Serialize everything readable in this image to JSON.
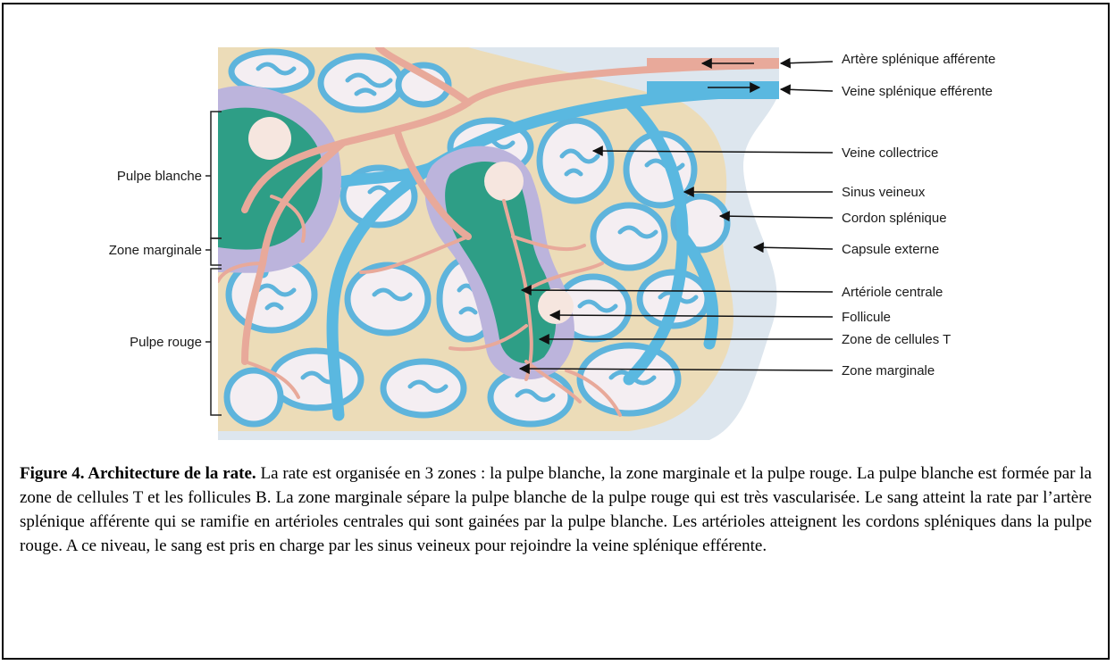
{
  "figure": {
    "right_labels": [
      "Artère splénique afférente",
      "Veine splénique efférente",
      "Veine collectrice",
      "Sinus veineux",
      "Cordon splénique",
      "Capsule externe",
      "Artériole centrale",
      "Follicule",
      "Zone de cellules T",
      "Zone marginale"
    ],
    "left_labels": [
      "Pulpe blanche",
      "Zone marginale",
      "Pulpe rouge"
    ]
  },
  "caption": {
    "title": "Figure 4. Architecture de la rate.",
    "text": " La rate est organisée en 3 zones : la pulpe blanche, la zone marginale et la pulpe rouge. La pulpe blanche est formée par la zone de cellules T et les follicules B. La zone marginale sépare la pulpe blanche de la pulpe rouge qui est très vascularisée. Le sang atteint la rate par l’artère splénique afférente qui se ramifie en artérioles centrales qui sont gainées par la pulpe blanche. Les artérioles atteignent les cordons spléniques dans la pulpe rouge. A ce niveau, le sang est pris en charge par les sinus veineux pour rejoindre la veine splénique efférente."
  },
  "colors": {
    "capsule": "#dde6ee",
    "cord": "#ecdcb8",
    "sinus": "#5eb4dc",
    "sinus_light": "#9fd2ec",
    "cell_interior": "#f4eef2",
    "artery": "#e8a99a",
    "vein": "#5ab8e0",
    "marginal_zone": "#bcb4dc",
    "t_zone": "#2e9e86",
    "follicle": "#f6e6df"
  }
}
